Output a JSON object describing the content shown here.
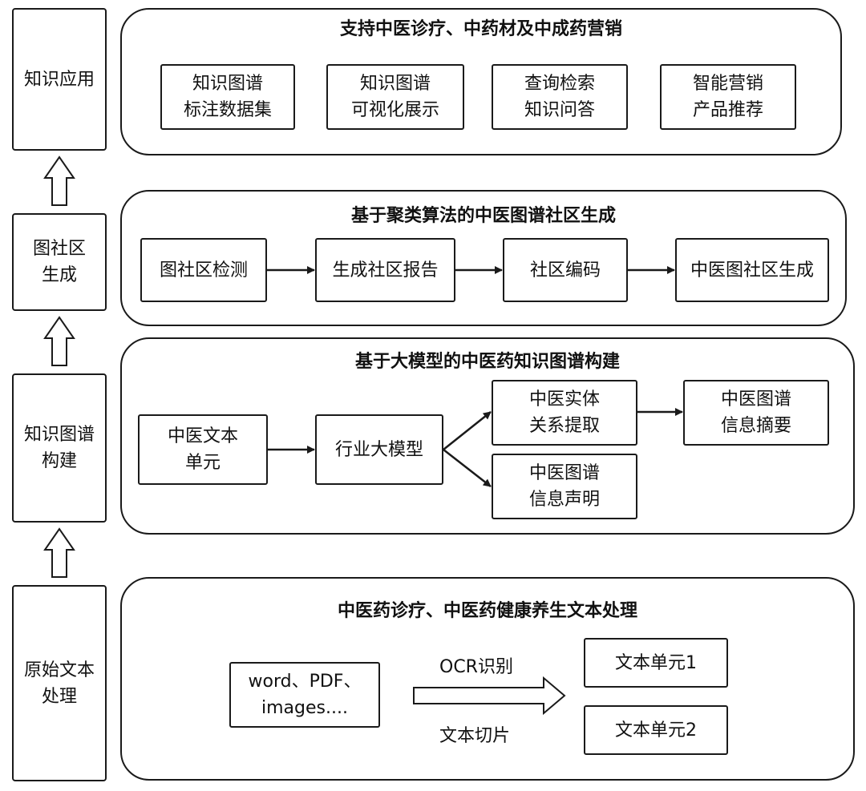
{
  "stages": [
    {
      "lines": [
        "知识应用"
      ]
    },
    {
      "lines": [
        "图社区",
        "生成"
      ]
    },
    {
      "lines": [
        "知识图谱",
        "构建"
      ]
    },
    {
      "lines": [
        "原始文本",
        "处理"
      ]
    }
  ],
  "application": {
    "title": "支持中医诊疗、中药材及中成药营销",
    "items": [
      {
        "lines": [
          "知识图谱",
          "标注数据集"
        ]
      },
      {
        "lines": [
          "知识图谱",
          "可视化展示"
        ]
      },
      {
        "lines": [
          "查询检索",
          "知识问答"
        ]
      },
      {
        "lines": [
          "智能营销",
          "产品推荐"
        ]
      }
    ]
  },
  "community": {
    "title": "基于聚类算法的中医图谱社区生成",
    "steps": [
      "图社区检测",
      "生成社区报告",
      "社区编码",
      "中医图社区生成"
    ]
  },
  "kg": {
    "title": "基于大模型的中医药知识图谱构建",
    "text_unit": [
      "中医文本",
      "单元"
    ],
    "model": "行业大模型",
    "entity": [
      "中医实体",
      "关系提取"
    ],
    "statement": [
      "中医图谱",
      "信息声明"
    ],
    "summary": [
      "中医图谱",
      "信息摘要"
    ]
  },
  "text_processing": {
    "title": "中医药诊疗、中医药健康养生文本处理",
    "sources": [
      "word、PDF、",
      "images...."
    ],
    "ocr_label": "OCR识别",
    "slice_label": "文本切片",
    "unit1": "文本单元1",
    "unit2": "文本单元2"
  }
}
